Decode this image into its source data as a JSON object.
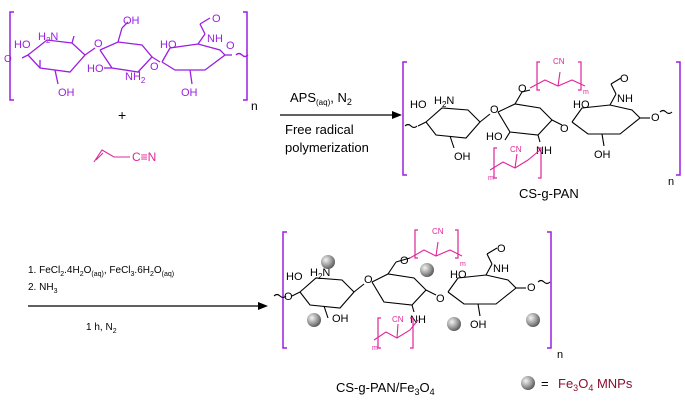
{
  "scheme": {
    "subscript_n": "n",
    "subscript_m": "m",
    "plus": "+",
    "reagent1": "C≡N",
    "step1": {
      "line1_main": "APS",
      "line1_sub": "(aq)",
      "line1_rest": ", N",
      "line1_sub2": "2",
      "line2": "Free radical",
      "line3": "polymerization"
    },
    "product1_label": "CS-g-PAN",
    "step2": {
      "line1_a": "1. FeCl",
      "line1_a_sub": "2",
      "line1_b": ".4H",
      "line1_b_sub": "2",
      "line1_c": "O",
      "line1_c_sub": "(aq)",
      "line1_d": ", FeCl",
      "line1_d_sub": "3",
      "line1_e": ".6H",
      "line1_e_sub": "2",
      "line1_f": "O",
      "line1_f_sub": "(aq)",
      "line2_a": "2. NH",
      "line2_a_sub": "3",
      "line3_a": "1 h, N",
      "line3_a_sub": "2"
    },
    "product2_label_a": "CS-g-PAN/Fe",
    "product2_label_sub1": "3",
    "product2_label_b": "O",
    "product2_label_sub2": "4",
    "legend": {
      "equals": "=",
      "text_a": "Fe",
      "text_sub1": "3",
      "text_b": "O",
      "text_sub2": "4",
      "text_c": " MNPs",
      "color": "#8b1030"
    },
    "atoms": {
      "HO": "HO",
      "H2N_a": "H",
      "H2N_sub": "2",
      "H2N_b": "N",
      "NH2_a": "NH",
      "NH2_sub": "2",
      "OH": "OH",
      "O": "O",
      "NH": "NH",
      "CN": "CN"
    },
    "colors": {
      "chitosan": "#9b1fe0",
      "pan": "#e0269a",
      "bonds": "#000000"
    }
  }
}
